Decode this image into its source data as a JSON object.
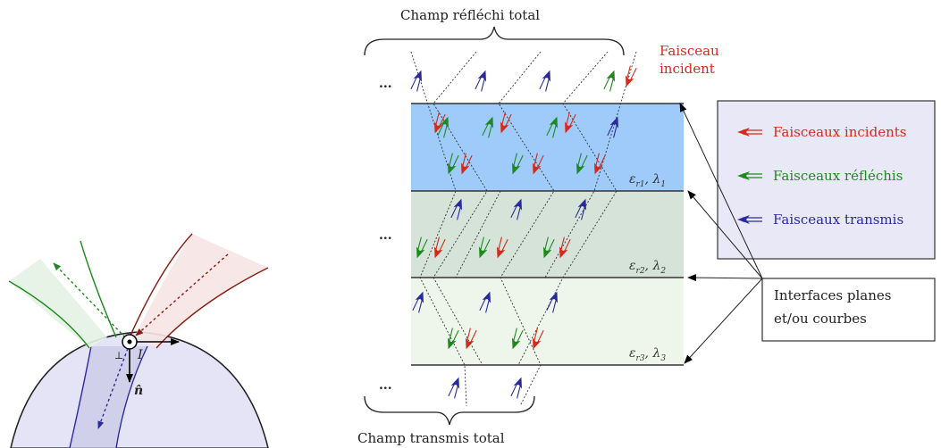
{
  "labels": {
    "top_field": "Champ réfléchi total",
    "bottom_field": "Champ transmis total",
    "incident_beam_line1": "Faisceau",
    "incident_beam_line2": "incident",
    "ellipsis": "...",
    "interfaces_line1": "Interfaces planes",
    "interfaces_line2": "et/ou courbes",
    "point_label": "I",
    "normal_label": "n̂",
    "perp_symbol": "⊥"
  },
  "legend": [
    {
      "label": "Faisceaux incidents",
      "color": "#d42a1a"
    },
    {
      "label": "Faisceaux réfléchis",
      "color": "#1e8a1e"
    },
    {
      "label": "Faisceaux transmis",
      "color": "#2a2aa0"
    }
  ],
  "layers": [
    {
      "eps": "ε",
      "eps_sub": "r1",
      "lambda": "λ",
      "lambda_sub": "1",
      "color": "#9ecbfa"
    },
    {
      "eps": "ε",
      "eps_sub": "r2",
      "lambda": "λ",
      "lambda_sub": "2",
      "color": "#d5e3d8"
    },
    {
      "eps": "ε",
      "eps_sub": "r3",
      "lambda": "λ",
      "lambda_sub": "3",
      "color": "#eef6ec"
    }
  ],
  "colors": {
    "incident": "#d42a1a",
    "reflected": "#1e8a1e",
    "transmitted": "#2a2aa0",
    "legend_bg": "#e8e8f6"
  }
}
